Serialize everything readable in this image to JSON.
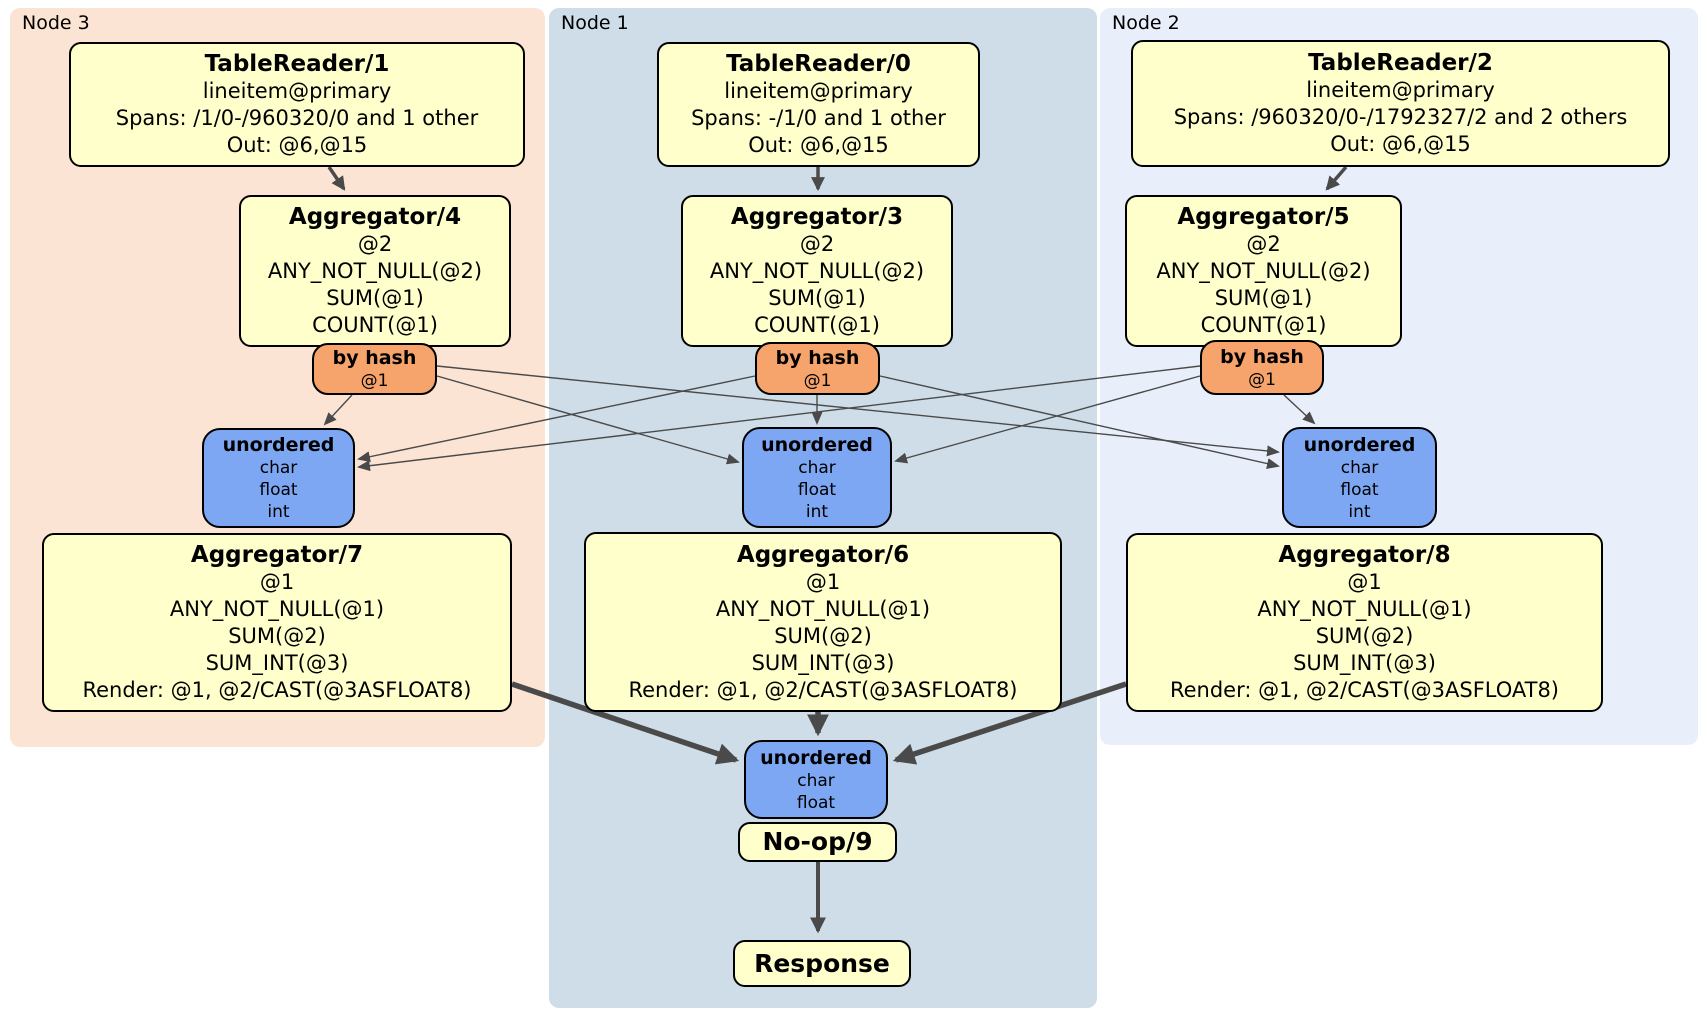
{
  "regions": {
    "node3": {
      "label": "Node 3"
    },
    "node1": {
      "label": "Node 1"
    },
    "node2": {
      "label": "Node 2"
    }
  },
  "nodes": {
    "node3": {
      "tablereader": {
        "title": "TableReader/1",
        "lines": [
          "lineitem@primary",
          "Spans: /1/0-/960320/0 and 1 other",
          "Out: @6,@15"
        ]
      },
      "aggregator_top": {
        "title": "Aggregator/4",
        "lines": [
          "@2",
          "ANY_NOT_NULL(@2)",
          "SUM(@1)",
          "COUNT(@1)"
        ]
      },
      "byhash": {
        "title": "by hash",
        "key": "@1"
      },
      "stream": {
        "title": "unordered",
        "lines": [
          "char",
          "float",
          "int"
        ]
      },
      "aggregator_bottom": {
        "title": "Aggregator/7",
        "lines": [
          "@1",
          "ANY_NOT_NULL(@1)",
          "SUM(@2)",
          "SUM_INT(@3)",
          "Render: @1, @2/CAST(@3ASFLOAT8)"
        ]
      }
    },
    "node1": {
      "tablereader": {
        "title": "TableReader/0",
        "lines": [
          "lineitem@primary",
          "Spans: -/1/0 and 1 other",
          "Out: @6,@15"
        ]
      },
      "aggregator_top": {
        "title": "Aggregator/3",
        "lines": [
          "@2",
          "ANY_NOT_NULL(@2)",
          "SUM(@1)",
          "COUNT(@1)"
        ]
      },
      "byhash": {
        "title": "by hash",
        "key": "@1"
      },
      "stream": {
        "title": "unordered",
        "lines": [
          "char",
          "float",
          "int"
        ]
      },
      "aggregator_bottom": {
        "title": "Aggregator/6",
        "lines": [
          "@1",
          "ANY_NOT_NULL(@1)",
          "SUM(@2)",
          "SUM_INT(@3)",
          "Render: @1, @2/CAST(@3ASFLOAT8)"
        ]
      }
    },
    "node2": {
      "tablereader": {
        "title": "TableReader/2",
        "lines": [
          "lineitem@primary",
          "Spans: /960320/0-/1792327/2 and 2 others",
          "Out: @6,@15"
        ]
      },
      "aggregator_top": {
        "title": "Aggregator/5",
        "lines": [
          "@2",
          "ANY_NOT_NULL(@2)",
          "SUM(@1)",
          "COUNT(@1)"
        ]
      },
      "byhash": {
        "title": "by hash",
        "key": "@1"
      },
      "stream": {
        "title": "unordered",
        "lines": [
          "char",
          "float",
          "int"
        ]
      },
      "aggregator_bottom": {
        "title": "Aggregator/8",
        "lines": [
          "@1",
          "ANY_NOT_NULL(@1)",
          "SUM(@2)",
          "SUM_INT(@3)",
          "Render: @1, @2/CAST(@3ASFLOAT8)"
        ]
      }
    }
  },
  "sink": {
    "stream": {
      "title": "unordered",
      "lines": [
        "char",
        "float"
      ]
    },
    "noop_label": "No-op/9",
    "response_label": "Response"
  },
  "colors": {
    "node3_bg": "#fce4d4",
    "node1_bg": "#cedde7",
    "node2_bg": "#e9eefb",
    "processor_bg": "#ffffcc",
    "hash_router_bg": "#f7a46c",
    "stream_bg": "#7da7f2",
    "border": "#000000",
    "edge": "#4a4a4a"
  }
}
